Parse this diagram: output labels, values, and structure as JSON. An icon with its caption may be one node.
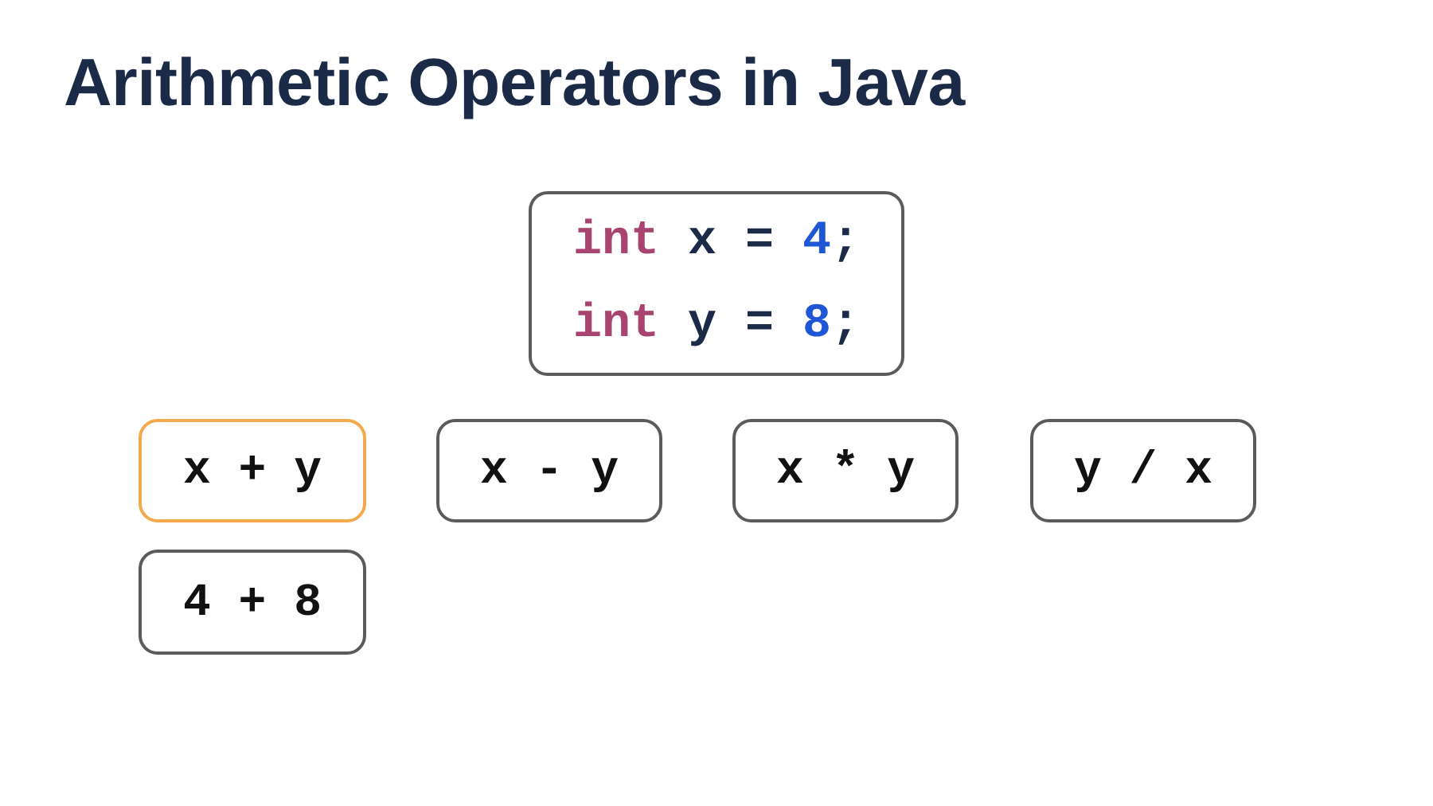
{
  "diagram": {
    "title": "Arithmetic Operators in Java",
    "nodes": [
      {
        "text": [
          "int x = 4;",
          "int y = 8;"
        ]
      },
      {
        "text": [
          "x + y"
        ]
      },
      {
        "text": [
          "x - y"
        ]
      },
      {
        "text": [
          "x * y"
        ]
      },
      {
        "text": [
          "y / x"
        ]
      },
      {
        "text": [
          "4 + 8"
        ]
      }
    ]
  }
}
